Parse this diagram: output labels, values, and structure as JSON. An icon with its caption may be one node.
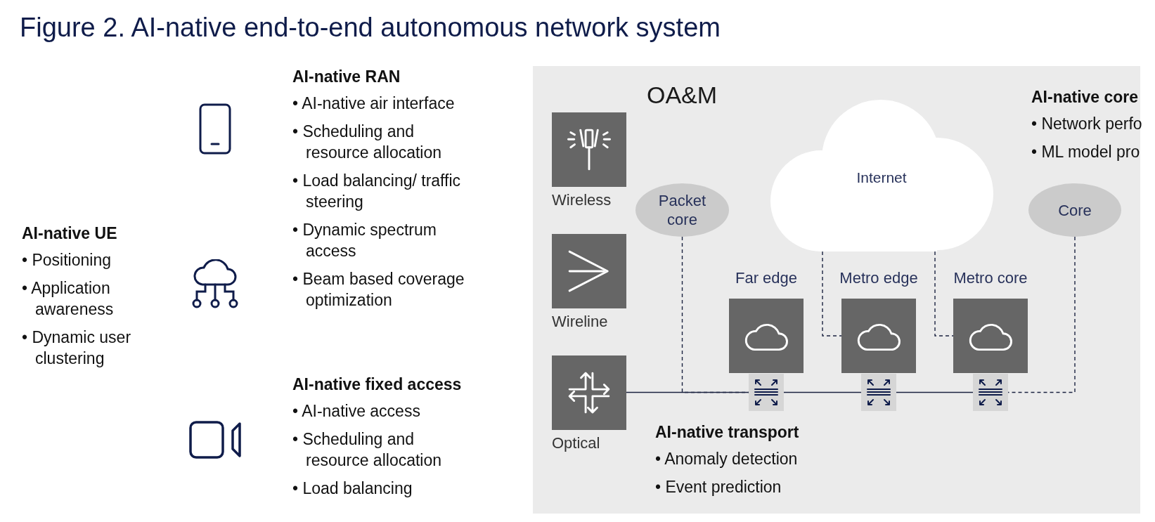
{
  "diagram": {
    "title": "Figure 2. AI-native end-to-end autonomous network system",
    "nodes": [
      {
        "text": [
          "OA&M"
        ]
      },
      {
        "text": [
          "Wireless"
        ],
        "in": 0
      },
      {
        "text": [
          "Wireline"
        ],
        "in": 0
      },
      {
        "text": [
          "Optical"
        ],
        "in": 0
      },
      {
        "text": [
          "Packet core"
        ],
        "in": 0
      },
      {
        "text": [
          "Internet"
        ],
        "in": 0
      },
      {
        "text": [
          "Far edge"
        ],
        "in": 0
      },
      {
        "text": [
          "Metro edge"
        ],
        "in": 0
      },
      {
        "text": [
          "Metro core"
        ],
        "in": 0
      },
      {
        "text": [
          "Core"
        ],
        "in": 0
      },
      {
        "text": [],
        "shape": "box",
        "in": 0
      },
      {
        "text": [],
        "shape": "box",
        "in": 0
      },
      {
        "text": [],
        "shape": "box",
        "in": 0
      }
    ],
    "edges": [
      {
        "from": 3,
        "to": 10,
        "arrow": "none"
      },
      {
        "from": 10,
        "to": 11,
        "arrow": "none"
      },
      {
        "from": 11,
        "to": 12,
        "arrow": "none"
      },
      {
        "from": 9,
        "to": 12,
        "arrow": "none",
        "style": "dashed"
      },
      {
        "from": 4,
        "to": 10,
        "arrow": "none",
        "style": "dashed"
      },
      {
        "from": 5,
        "to": 7,
        "arrow": "none",
        "style": "dashed"
      },
      {
        "from": 5,
        "to": 8,
        "arrow": "none",
        "style": "dashed"
      }
    ],
    "labels": [
      "AI-native UE",
      "• Positioning",
      "• Application awareness",
      "• Dynamic user clustering",
      "AI-native RAN",
      "• AI-native air interface",
      "• Scheduling and resource allocation",
      "• Load balancing/ traffic steering",
      "• Dynamic spectrum access",
      "• Beam based coverage optimization",
      "AI-native fixed access",
      "• AI-native access",
      "• Scheduling and resource allocation",
      "• Load balancing",
      "AI-native transport",
      "• Anomaly detection",
      "• Event prediction",
      "AI-native core",
      "• Network perfo",
      "• ML model pro"
    ]
  }
}
